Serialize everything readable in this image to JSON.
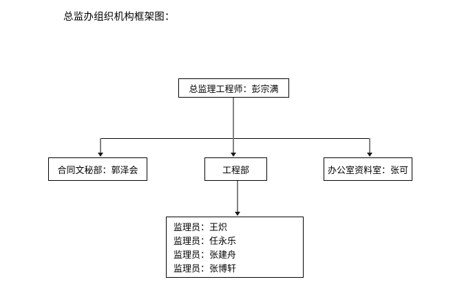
{
  "document": {
    "title": "总监办组织机构框架图："
  },
  "chart_data": {
    "type": "diagram",
    "diagram_kind": "organization-chart",
    "title": "总监办组织机构框架图：",
    "orientation": "top-down",
    "nodes": [
      {
        "id": "top",
        "label": "总监理工程师：彭宗满",
        "level": 0
      },
      {
        "id": "secretariat",
        "label": "合同文秘部：郭泽会",
        "level": 1
      },
      {
        "id": "engineering",
        "label": "工程部",
        "level": 1
      },
      {
        "id": "office",
        "label": "办公室资料室：张可",
        "level": 1
      },
      {
        "id": "inspectors",
        "level": 2,
        "lines": [
          "监理员：王炽",
          "监理员：任永乐",
          "监理员：张建舟",
          "监理员：张博轩"
        ]
      }
    ],
    "edges": [
      {
        "from": "top",
        "to": "secretariat",
        "style": "elbow-arrow"
      },
      {
        "from": "top",
        "to": "engineering",
        "style": "elbow-arrow"
      },
      {
        "from": "top",
        "to": "office",
        "style": "elbow-arrow"
      },
      {
        "from": "engineering",
        "to": "inspectors",
        "style": "straight-arrow"
      }
    ],
    "colors": {
      "box_border": "#000000",
      "box_fill": "#ffffff",
      "connector": "#808080",
      "arrowhead": "#1a1a1a",
      "text": "#000000",
      "background": "#ffffff"
    }
  },
  "boxes": {
    "top": {
      "label": "总监理工程师：彭宗满"
    },
    "left": {
      "label": "合同文秘部：郭泽会"
    },
    "center": {
      "label": "工程部"
    },
    "right": {
      "label": "办公室资料室：张可"
    },
    "list": {
      "line1": "监理员：王炽",
      "line2": "监理员：任永乐",
      "line3": "监理员：张建舟",
      "line4": "监理员：张博轩"
    }
  }
}
